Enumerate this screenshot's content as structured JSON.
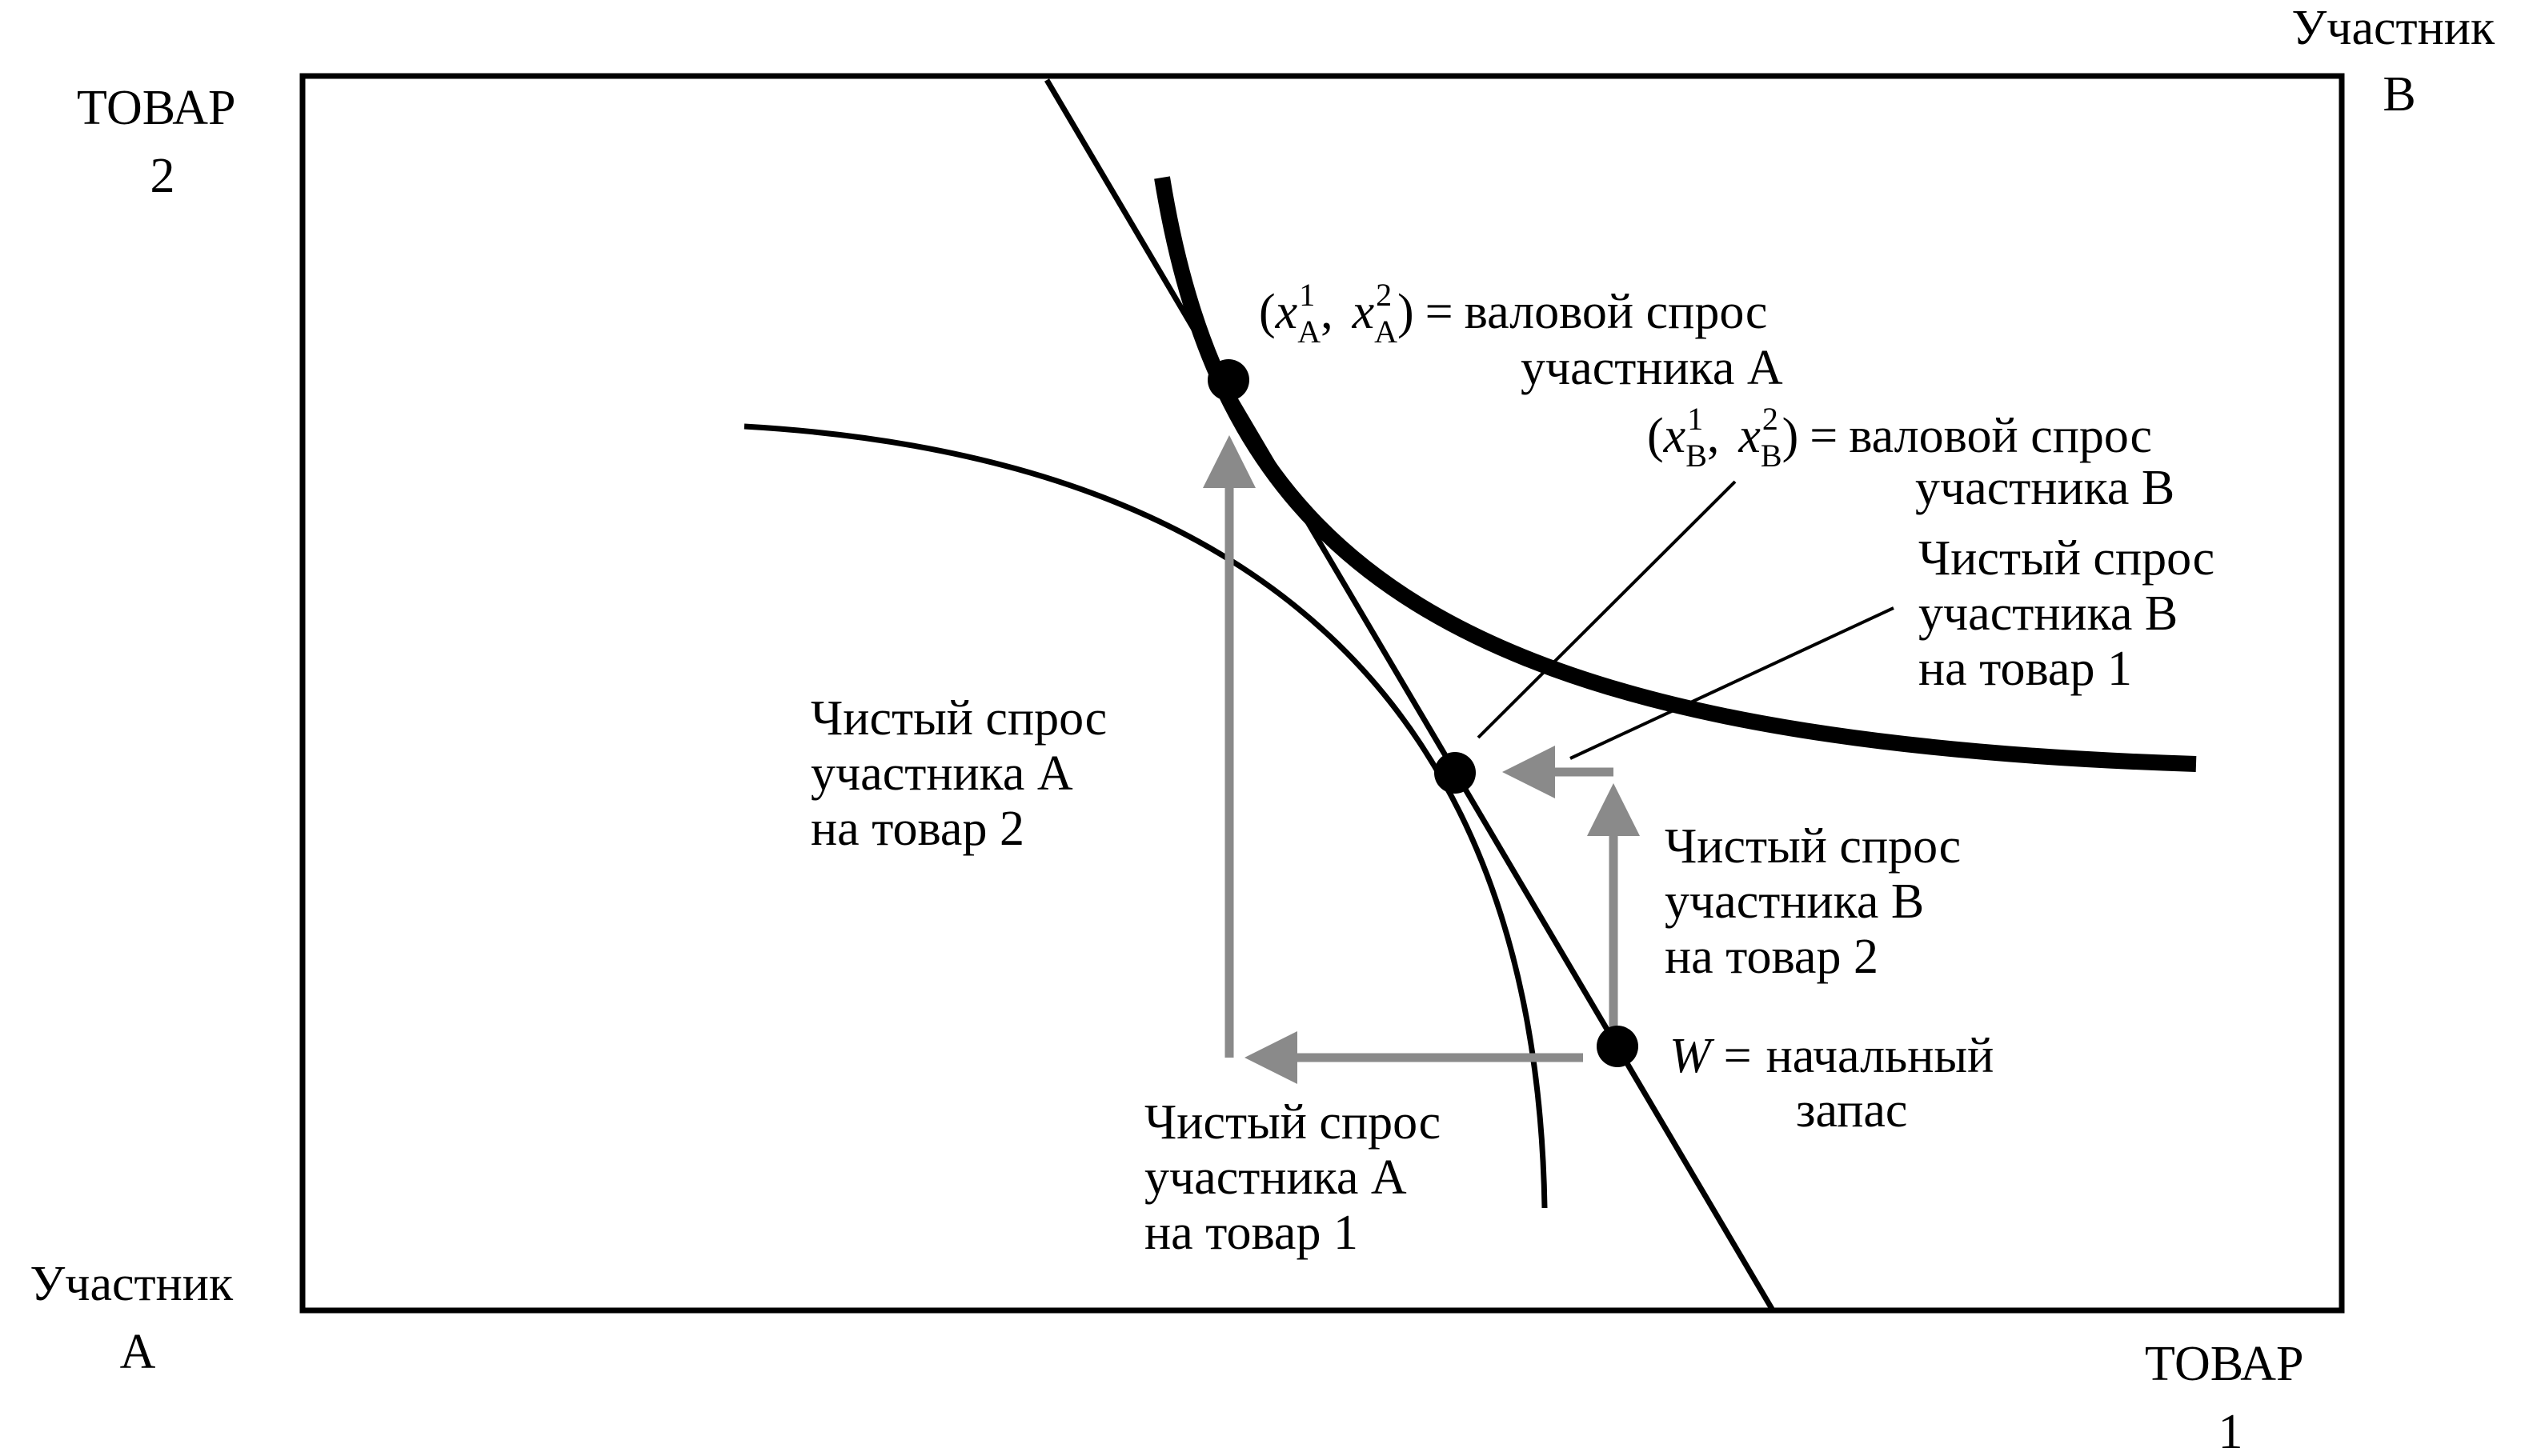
{
  "colors": {
    "ink": "#000000",
    "arrow": "#8a8a8a",
    "background": "#ffffff"
  },
  "corners": {
    "top_left": {
      "line1": "ТОВАР",
      "line2": "2"
    },
    "top_right": {
      "line1": "Участник",
      "line2": "B"
    },
    "bottom_left": {
      "line1": "Участник",
      "line2": "A"
    },
    "bottom_right": {
      "line1": "ТОВАР",
      "line2": "1"
    }
  },
  "points": {
    "gross_a": {
      "open": "(",
      "x": "x",
      "sup1": "1",
      "sub": "A",
      "comma": ",",
      "sup2": "2",
      "close": ")",
      "eq": "=",
      "line1": "валовой спрос",
      "line2": "участника A"
    },
    "gross_b": {
      "open": "(",
      "x": "x",
      "sup1": "1",
      "sub": "B",
      "comma": ",",
      "sup2": "2",
      "close": ")",
      "eq": "=",
      "line1": "валовой спрос",
      "line2": "участника B"
    },
    "endowment": {
      "symbol": "W",
      "eq": "=",
      "line1": "начальный",
      "line2": "запас"
    }
  },
  "net_demand": {
    "a_good2": {
      "line1": "Чистый спрос",
      "line2": "участника A",
      "line3": "на товар 2"
    },
    "a_good1": {
      "line1": "Чистый спрос",
      "line2": "участника A",
      "line3": "на товар 1"
    },
    "b_good1": {
      "line1": "Чистый спрос",
      "line2": "участника B",
      "line3": "на товар 1"
    },
    "b_good2": {
      "line1": "Чистый спрос",
      "line2": "участника B",
      "line3": "на товар 2"
    }
  }
}
